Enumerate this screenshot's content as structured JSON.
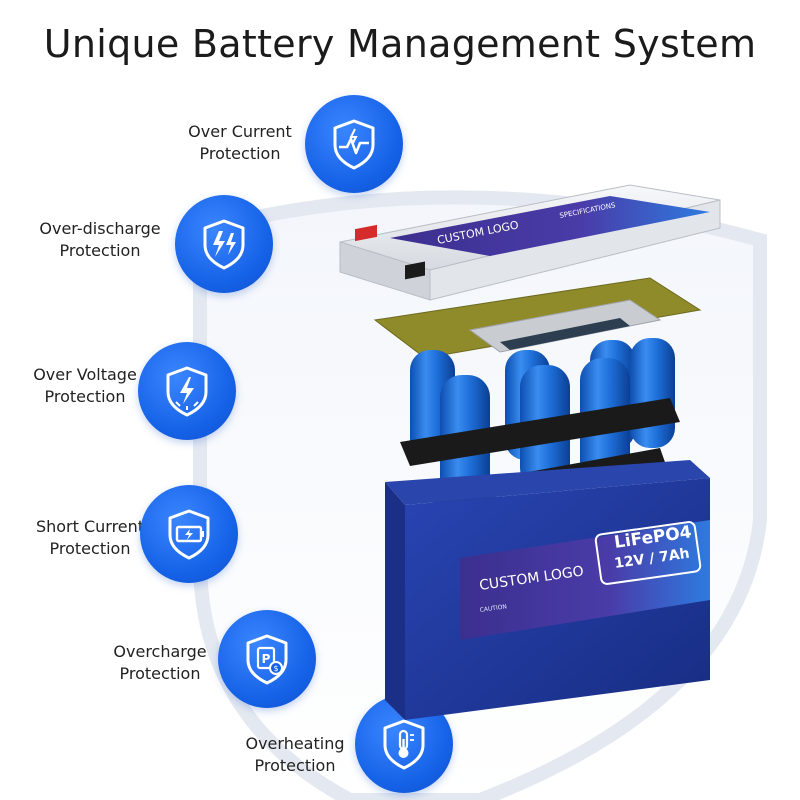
{
  "title": "Unique Battery Management System",
  "features": [
    {
      "line1": "Over Current",
      "line2": "Protection",
      "icon": "shield-pulse-icon"
    },
    {
      "line1": "Over-discharge",
      "line2": "Protection",
      "icon": "shield-lightning-icon"
    },
    {
      "line1": "Over Voltage",
      "line2": "Protection",
      "icon": "shield-voltage-icon"
    },
    {
      "line1": "Short Current",
      "line2": "Protection",
      "icon": "shield-battery-icon"
    },
    {
      "line1": "Overcharge",
      "line2": "Protection",
      "icon": "shield-coin-icon"
    },
    {
      "line1": "Overheating",
      "line2": "Protection",
      "icon": "shield-thermometer-icon"
    }
  ],
  "product": {
    "case_logo": "CUSTOM LOGO",
    "lid_logo": "CUSTOM LOGO",
    "lid_spec": "SPECIFICATIONS",
    "chem": "LiFePO4",
    "rating": "12V / 7Ah",
    "caution": "CAUTION"
  },
  "colors": {
    "accent": "#1561e6",
    "case": "#1f3aa3",
    "cells": "#1e6fd9",
    "label": "#3b2f8f"
  }
}
